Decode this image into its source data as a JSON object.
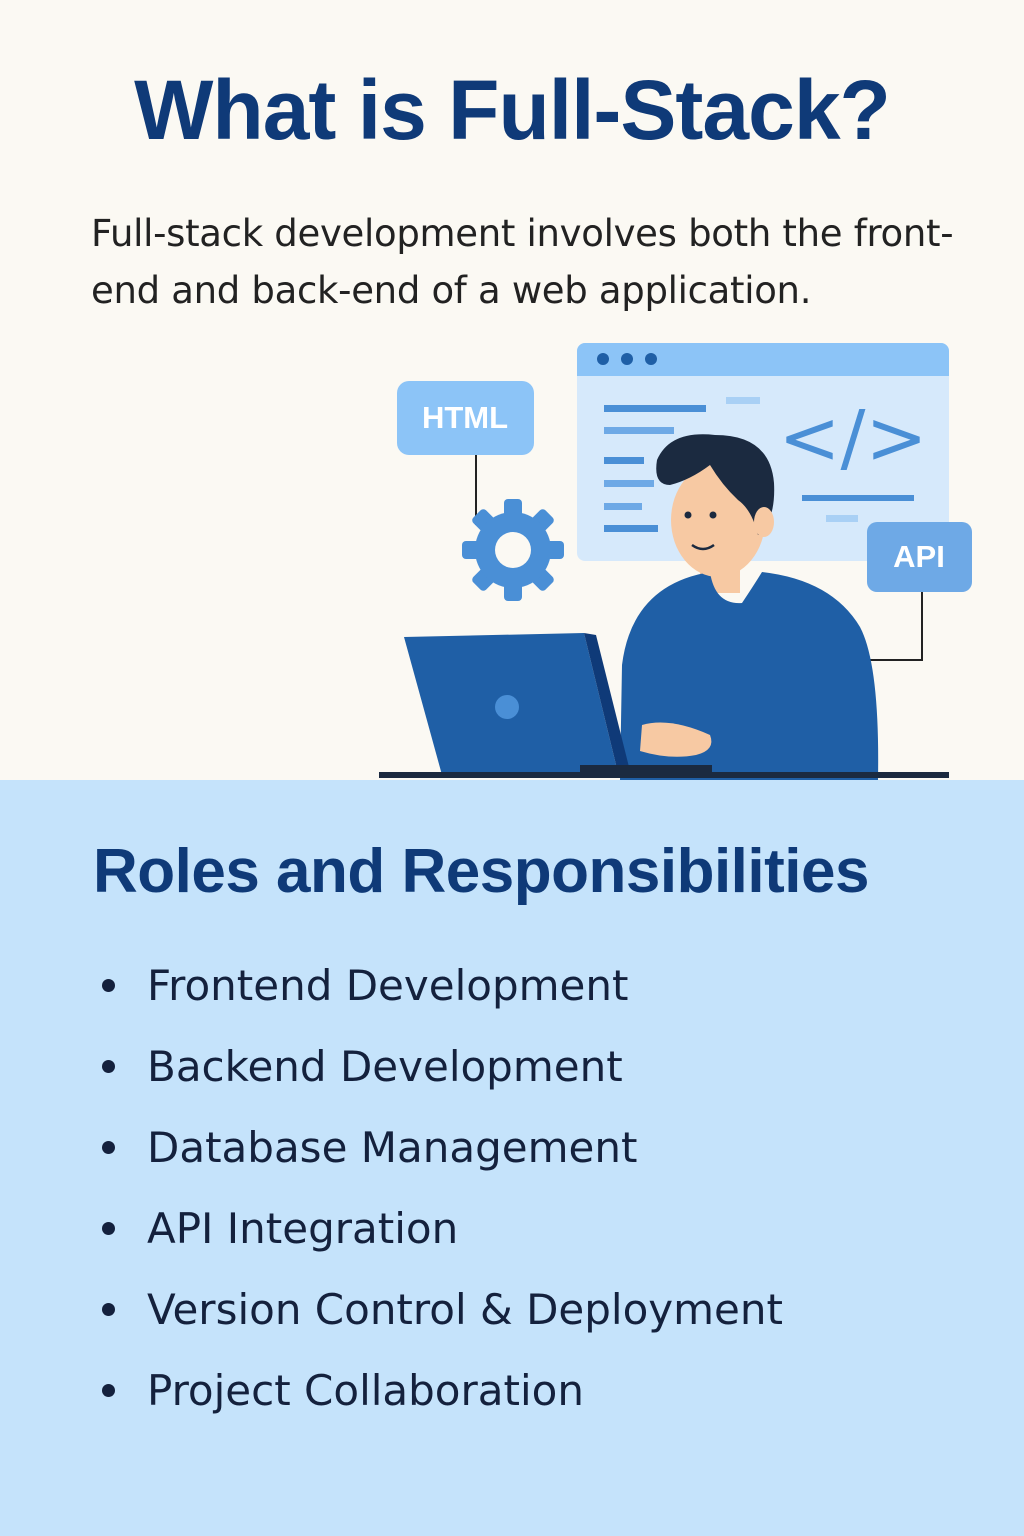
{
  "header": {
    "title": "What is Full-Stack?",
    "intro": "Full-stack development involves both the front-end and back-end of a web application."
  },
  "illustration": {
    "html_tag": "HTML",
    "api_tag": "API",
    "code_symbol": "</>",
    "colors": {
      "primary_blue": "#1f5fa6",
      "light_blue": "#8cc4f7",
      "window_bg": "#d6e9fb",
      "dark_navy": "#0f3a78"
    }
  },
  "roles": {
    "title": "Roles and Responsibilities",
    "items": [
      "Frontend Development",
      "Backend Development",
      "Database Management",
      "API Integration",
      "Version Control & Deployment",
      "Project Collaboration"
    ]
  }
}
